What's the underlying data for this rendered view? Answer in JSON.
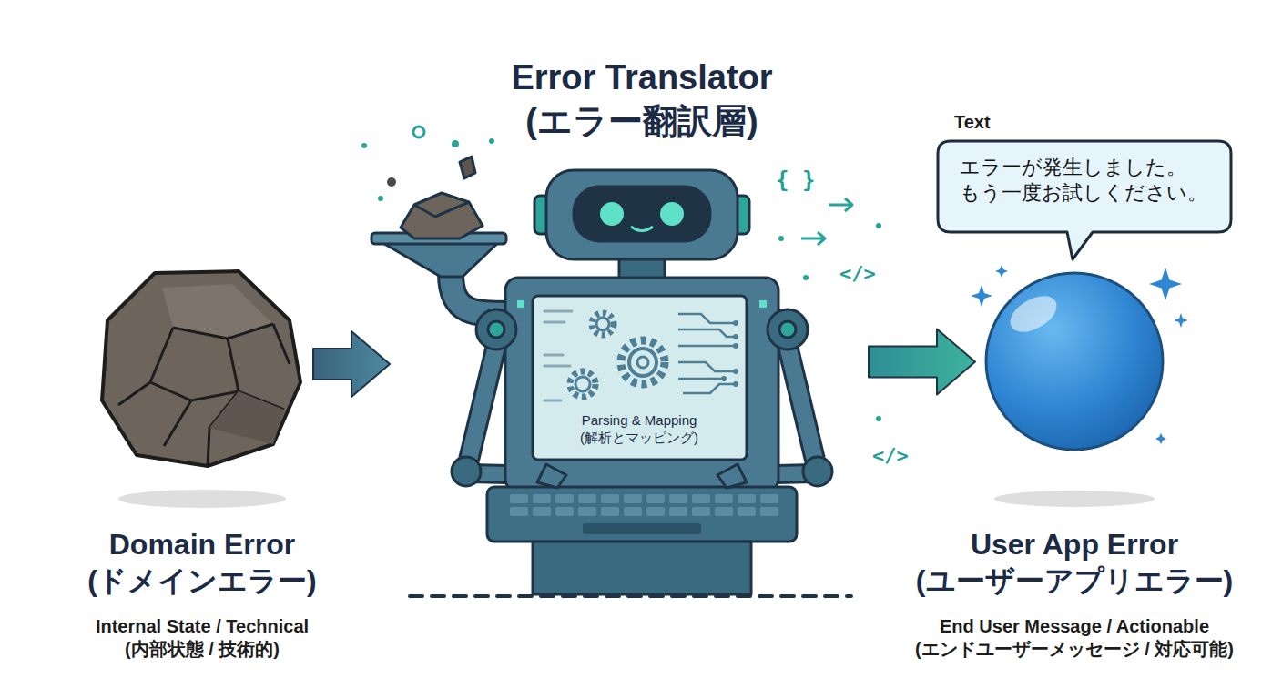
{
  "diagram": {
    "nodes": [
      {
        "text": [
          "Domain Error (ドメインエラー)",
          "Internal State / Technical (内部状態 / 技術的)"
        ]
      },
      {
        "text": [
          "Error Translator (エラー翻訳層)"
        ]
      },
      {
        "text": [
          "Parsing & Mapping (解析とマッピング)"
        ],
        "in": 1
      },
      {
        "text": [
          "User App Error (ユーザーアプリエラー)",
          "End User Message / Actionable (エンドユーザーメッセージ / 対応可能)"
        ]
      },
      {
        "text": [
          "Text",
          "エラーが発生しました。 もう一度お試しください。"
        ]
      }
    ],
    "edges": [
      {
        "from": 0,
        "to": 1,
        "arrow": "to"
      },
      {
        "from": 1,
        "to": 3,
        "arrow": "to"
      }
    ],
    "labels": [
      "{ }",
      "</>",
      "</>"
    ]
  }
}
